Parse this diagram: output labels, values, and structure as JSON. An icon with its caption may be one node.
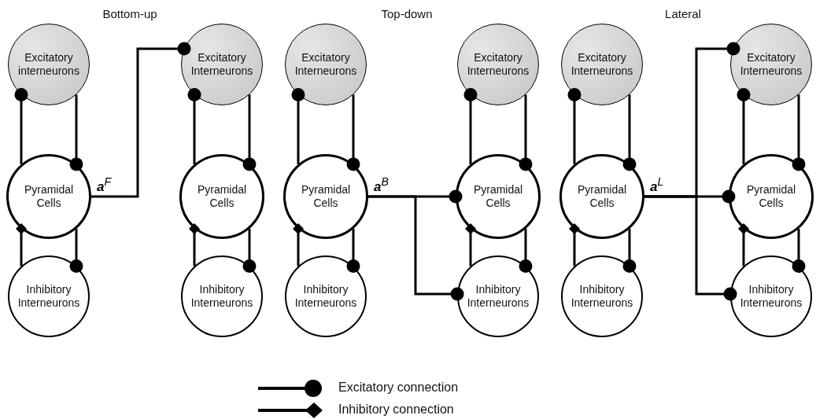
{
  "diagram": {
    "nodes": [
      {
        "text": [
          "Excitatory interneurons"
        ]
      },
      {
        "text": [
          "Pyramidal Cells"
        ]
      },
      {
        "text": [
          "Inhibitory Interneurons"
        ]
      },
      {
        "text": [
          "Excitatory Interneurons"
        ]
      },
      {
        "text": [
          "Pyramidal Cells"
        ]
      },
      {
        "text": [
          "Inhibitory Interneurons"
        ]
      },
      {
        "text": [
          "Excitatory Interneurons"
        ]
      },
      {
        "text": [
          "Pyramidal Cells"
        ]
      },
      {
        "text": [
          "Inhibitory Interneurons"
        ]
      },
      {
        "text": [
          "Excitatory Interneurons"
        ]
      },
      {
        "text": [
          "Pyramidal Cells"
        ]
      },
      {
        "text": [
          "Inhibitory Interneurons"
        ]
      },
      {
        "text": [
          "Excitatory Interneurons"
        ]
      },
      {
        "text": [
          "Pyramidal Cells"
        ]
      },
      {
        "text": [
          "Inhibitory Interneurons"
        ]
      },
      {
        "text": [
          "Excitatory Interneurons"
        ]
      },
      {
        "text": [
          "Pyramidal Cells"
        ]
      },
      {
        "text": [
          "Inhibitory Interneurons"
        ]
      }
    ],
    "edges": [
      {
        "from": 1,
        "to": 0,
        "arrow": "other"
      },
      {
        "from": 0,
        "to": 1,
        "arrow": "other"
      },
      {
        "from": 1,
        "to": 2,
        "arrow": "other"
      },
      {
        "from": 2,
        "to": 1,
        "arrow": "other"
      },
      {
        "from": 4,
        "to": 3,
        "arrow": "other"
      },
      {
        "from": 3,
        "to": 4,
        "arrow": "other"
      },
      {
        "from": 4,
        "to": 5,
        "arrow": "other"
      },
      {
        "from": 5,
        "to": 4,
        "arrow": "other"
      },
      {
        "from": 7,
        "to": 6,
        "arrow": "other"
      },
      {
        "from": 6,
        "to": 7,
        "arrow": "other"
      },
      {
        "from": 7,
        "to": 8,
        "arrow": "other"
      },
      {
        "from": 8,
        "to": 7,
        "arrow": "other"
      },
      {
        "from": 10,
        "to": 9,
        "arrow": "other"
      },
      {
        "from": 9,
        "to": 10,
        "arrow": "other"
      },
      {
        "from": 10,
        "to": 11,
        "arrow": "other"
      },
      {
        "from": 11,
        "to": 10,
        "arrow": "other"
      },
      {
        "from": 13,
        "to": 12,
        "arrow": "other"
      },
      {
        "from": 12,
        "to": 13,
        "arrow": "other"
      },
      {
        "from": 13,
        "to": 14,
        "arrow": "other"
      },
      {
        "from": 14,
        "to": 13,
        "arrow": "other"
      },
      {
        "from": 16,
        "to": 15,
        "arrow": "other"
      },
      {
        "from": 15,
        "to": 16,
        "arrow": "other"
      },
      {
        "from": 16,
        "to": 17,
        "arrow": "other"
      },
      {
        "from": 17,
        "to": 16,
        "arrow": "other"
      },
      {
        "from": 1,
        "to": 3,
        "arrow": "other",
        "label": "**a**$^{F}$"
      },
      {
        "from": 7,
        "to": 10,
        "arrow": "other",
        "label": "**a**$^{B}$"
      },
      {
        "from": 7,
        "to": 11,
        "arrow": "other"
      },
      {
        "from": 13,
        "to": 15,
        "arrow": "other",
        "label": "**a**$^{L}$"
      },
      {
        "from": 13,
        "to": 16,
        "arrow": "other"
      },
      {
        "from": 13,
        "to": 17,
        "arrow": "other"
      }
    ],
    "labels": [
      "Bottom-up",
      "Top-down",
      "Lateral"
    ],
    "legend": [
      {
        "text": "Excitatory connection"
      },
      {
        "text": "Inhibitory connection"
      }
    ]
  }
}
